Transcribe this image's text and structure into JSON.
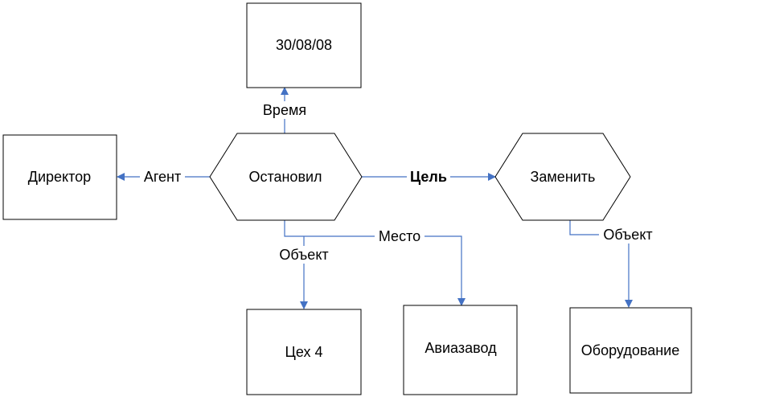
{
  "nodes": {
    "date": "30/08/08",
    "director": "Директор",
    "stopped": "Остановил",
    "replace": "Заменить",
    "workshop": "Цех 4",
    "aircraft_plant": "Авиазавод",
    "equipment": "Оборудование"
  },
  "edges": {
    "time": "Время",
    "agent": "Агент",
    "goal": "Цель",
    "place": "Место",
    "object_left": "Объект",
    "object_right": "Объект"
  },
  "colors": {
    "edge": "#4472c4",
    "node_border": "#000000",
    "background": "#ffffff"
  }
}
